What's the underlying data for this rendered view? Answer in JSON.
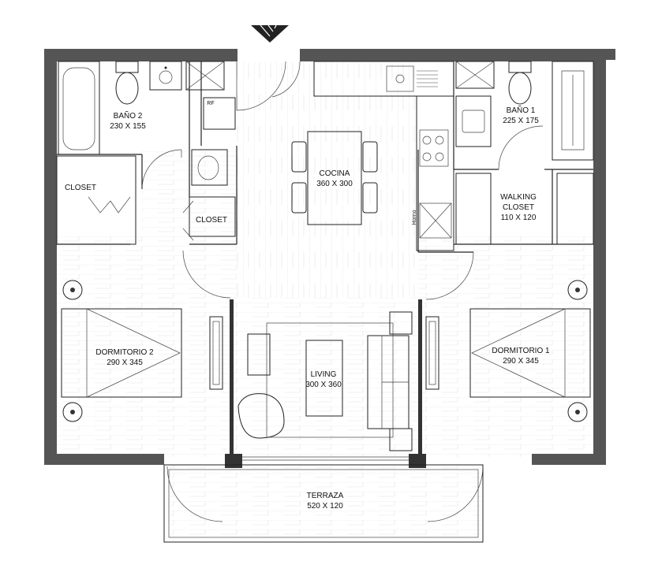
{
  "rooms": {
    "bano2": {
      "name": "BAÑO 2",
      "size": "230 X 155"
    },
    "bano1": {
      "name": "BAÑO 1",
      "size": "225 X 175"
    },
    "closet_left": {
      "name": "CLOSET"
    },
    "closet_mid": {
      "name": "CLOSET"
    },
    "cocina": {
      "name": "COCINA",
      "size": "360 X 300"
    },
    "walking": {
      "name": "WALKING",
      "name2": "CLOSET",
      "size": "110 X 120"
    },
    "dormitorio2": {
      "name": "DORMITORIO 2",
      "size": "290 X 345"
    },
    "dormitorio1": {
      "name": "DORMITORIO 1",
      "size": "290 X 345"
    },
    "living": {
      "name": "LIVING",
      "size": "300 X 360"
    },
    "terraza": {
      "name": "TERRAZA",
      "size": "520 X 120"
    }
  },
  "fixtures": {
    "fridge": "RF",
    "oven": "Horno"
  }
}
